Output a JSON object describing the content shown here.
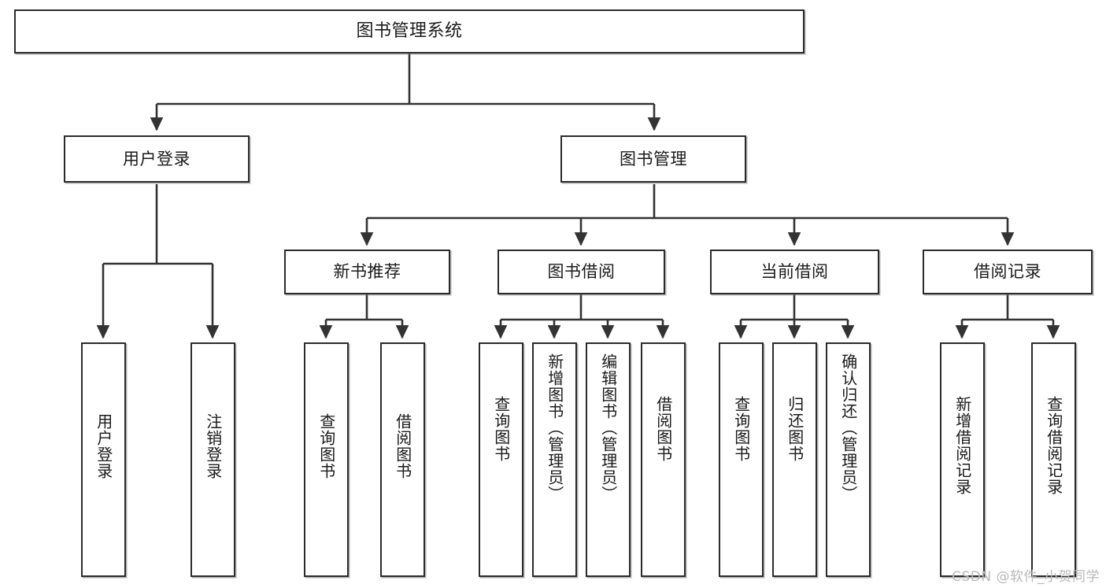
{
  "diagram": {
    "title": "图书管理系统",
    "type": "tree-structure-chart",
    "watermark": "CSDN @软件_小贺同学",
    "colors": {
      "box_border": "#2b2b2b",
      "box_fill": "#ffffff",
      "edge": "#333333",
      "text": "#1a1a1a",
      "watermark": "#b9b9b9"
    },
    "levels": {
      "root": "图书管理系统",
      "level2": [
        "用户登录",
        "图书管理"
      ],
      "level3": [
        "新书推荐",
        "图书借阅",
        "当前借阅",
        "借阅记录"
      ]
    },
    "nodes": {
      "root": {
        "label": "图书管理系统"
      },
      "user_login": {
        "label": "用户登录"
      },
      "book_manage": {
        "label": "图书管理"
      },
      "new_book_rec": {
        "label": "新书推荐"
      },
      "book_borrow": {
        "label": "图书借阅"
      },
      "current_borrow": {
        "label": "当前借阅"
      },
      "borrow_record": {
        "label": "借阅记录"
      },
      "leaf_user_login": {
        "label": "用户登录"
      },
      "leaf_user_logout": {
        "label": "注销登录"
      },
      "leaf_rec_query": {
        "label": "查询图书"
      },
      "leaf_rec_borrow": {
        "label": "借阅图书"
      },
      "leaf_borrow_query": {
        "label": "查询图书"
      },
      "leaf_borrow_add": {
        "label": "新增图书（管理员）"
      },
      "leaf_borrow_edit": {
        "label": "编辑图书（管理员）"
      },
      "leaf_borrow_borrow": {
        "label": "借阅图书"
      },
      "leaf_cur_query": {
        "label": "查询图书"
      },
      "leaf_cur_return": {
        "label": "归还图书"
      },
      "leaf_cur_confirm": {
        "label": "确认归还（管理员）"
      },
      "leaf_rec_add": {
        "label": "新增借阅记录"
      },
      "leaf_rec_search": {
        "label": "查询借阅记录"
      }
    },
    "tree": [
      {
        "label": "图书管理系统",
        "children": [
          {
            "label": "用户登录",
            "children": [
              {
                "label": "用户登录"
              },
              {
                "label": "注销登录"
              }
            ]
          },
          {
            "label": "图书管理",
            "children": [
              {
                "label": "新书推荐",
                "children": [
                  {
                    "label": "查询图书"
                  },
                  {
                    "label": "借阅图书"
                  }
                ]
              },
              {
                "label": "图书借阅",
                "children": [
                  {
                    "label": "查询图书"
                  },
                  {
                    "label": "新增图书（管理员）"
                  },
                  {
                    "label": "编辑图书（管理员）"
                  },
                  {
                    "label": "借阅图书"
                  }
                ]
              },
              {
                "label": "当前借阅",
                "children": [
                  {
                    "label": "查询图书"
                  },
                  {
                    "label": "归还图书"
                  },
                  {
                    "label": "确认归还（管理员）"
                  }
                ]
              },
              {
                "label": "借阅记录",
                "children": [
                  {
                    "label": "新增借阅记录"
                  },
                  {
                    "label": "查询借阅记录"
                  }
                ]
              }
            ]
          }
        ]
      }
    ]
  }
}
